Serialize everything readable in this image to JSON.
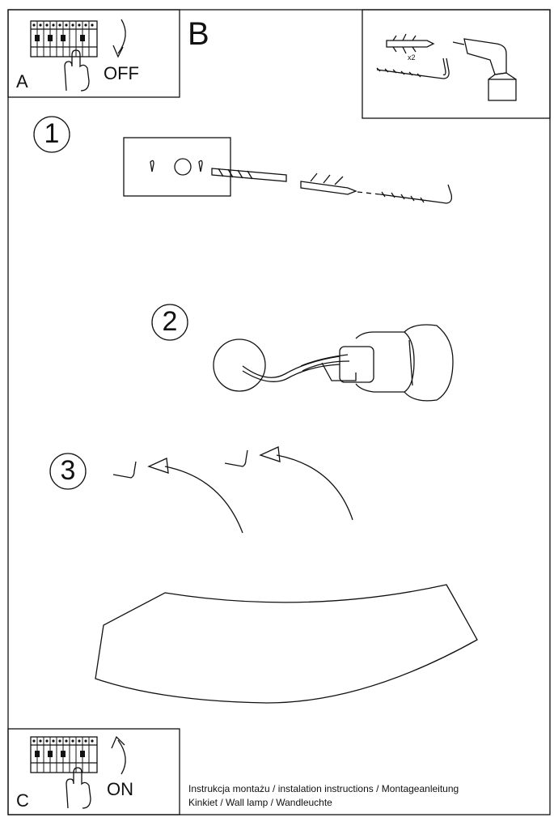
{
  "panels": {
    "a": {
      "letter": "A",
      "state": "OFF"
    },
    "b": {
      "letter": "B",
      "quantity": "x2"
    },
    "c": {
      "letter": "C",
      "state": "ON"
    }
  },
  "steps": [
    "1",
    "2",
    "3"
  ],
  "footer": {
    "line1": "Instrukcja montażu / instalation instructions / Montageanleitung",
    "line2": "Kinkiet / Wall lamp / Wandleuchte"
  }
}
